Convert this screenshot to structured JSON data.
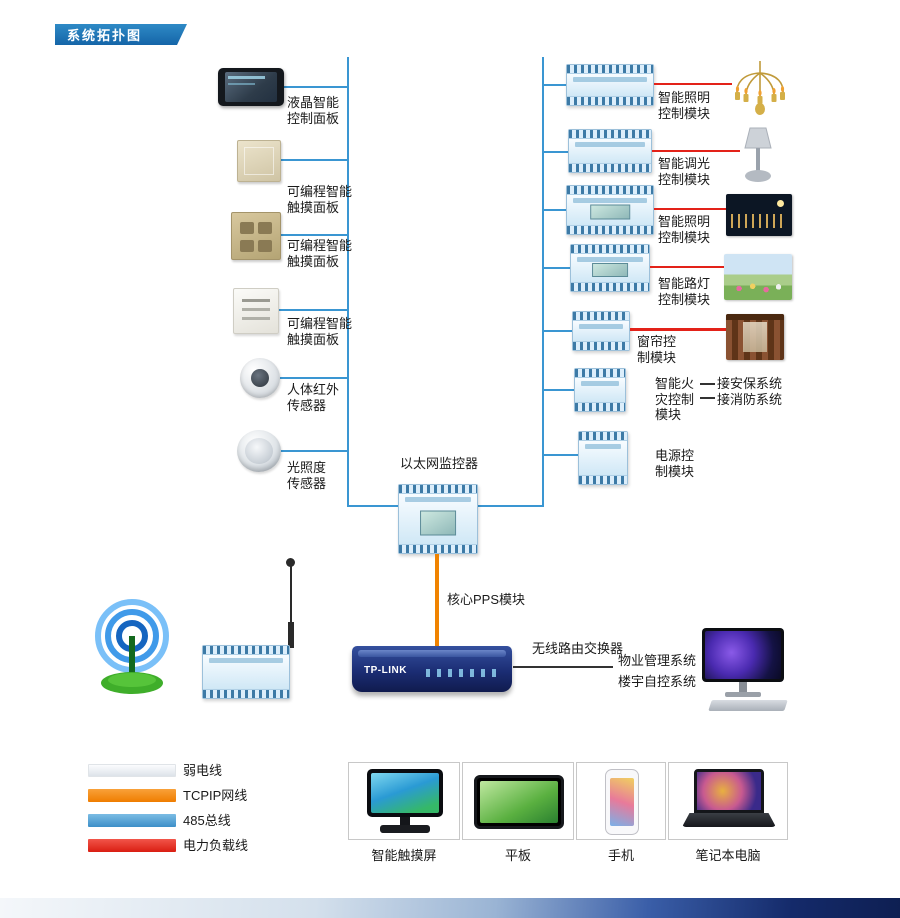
{
  "header": {
    "title": "系统拓扑图"
  },
  "left_devices": [
    {
      "label": "液晶智能\n控制面板"
    },
    {
      "label": "可编程智能\n触摸面板"
    },
    {
      "label": "可编程智能\n触摸面板"
    },
    {
      "label": "可编程智能\n触摸面板"
    },
    {
      "label": "人体红外\n传感器"
    },
    {
      "label": "光照度\n传感器"
    }
  ],
  "right_modules": [
    {
      "label": "智能照明\n控制模块"
    },
    {
      "label": "智能调光\n控制模块"
    },
    {
      "label": "智能照明\n控制模块"
    },
    {
      "label": "智能路灯\n控制模块"
    },
    {
      "label": "窗帘控\n制模块"
    },
    {
      "label": "智能火\n灾控制\n模块",
      "linked_systems": "接安保系统\n接消防系统"
    },
    {
      "label": "电源控\n制模块"
    }
  ],
  "center": {
    "monitor_label": "以太网监控器",
    "pps_label": "核心PPS模块",
    "router_brand": "TP-LINK",
    "router_label": "无线路由交换器",
    "router_systems": "物业管理系统\n楼宇自控系统"
  },
  "legend": {
    "items": [
      {
        "label": "弱电线",
        "color": "#e8edf2"
      },
      {
        "label": "TCPIP网线",
        "color": "#f08300"
      },
      {
        "label": "485总线",
        "color": "#4a9fd4"
      },
      {
        "label": "电力负载线",
        "color": "#e32219"
      }
    ]
  },
  "bottom_devices": [
    {
      "label": "智能触摸屏"
    },
    {
      "label": "平板"
    },
    {
      "label": "手机"
    },
    {
      "label": "笔记本电脑"
    }
  ],
  "colors": {
    "bus_line": "#3a96d2",
    "tcpip_line": "#f08300",
    "power_line": "#e32219"
  }
}
